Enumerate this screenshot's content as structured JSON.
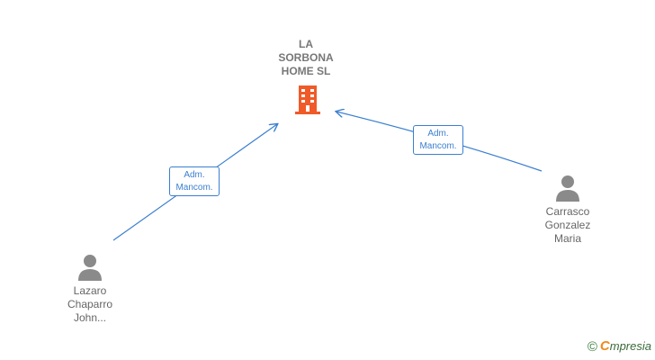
{
  "company": {
    "name": "LA\nSORBONA\nHOME  SL",
    "icon": "building-icon",
    "color": "#f05a28"
  },
  "persons": [
    {
      "id": "carrasco",
      "label": "Carrasco\nGonzalez\nMaria",
      "icon": "person-icon"
    },
    {
      "id": "lazaro",
      "label": "Lazaro\nChaparro\nJohn...",
      "icon": "person-icon"
    }
  ],
  "relations": [
    {
      "from": "carrasco",
      "to": "company",
      "role": "Adm.\nMancom."
    },
    {
      "from": "lazaro",
      "to": "company",
      "role": "Adm.\nMancom."
    }
  ],
  "brand": {
    "copyright": "©",
    "first": "C",
    "rest": "mpresia"
  },
  "colors": {
    "edge": "#3b7fd0",
    "icon_gray": "#8a8a8a"
  }
}
